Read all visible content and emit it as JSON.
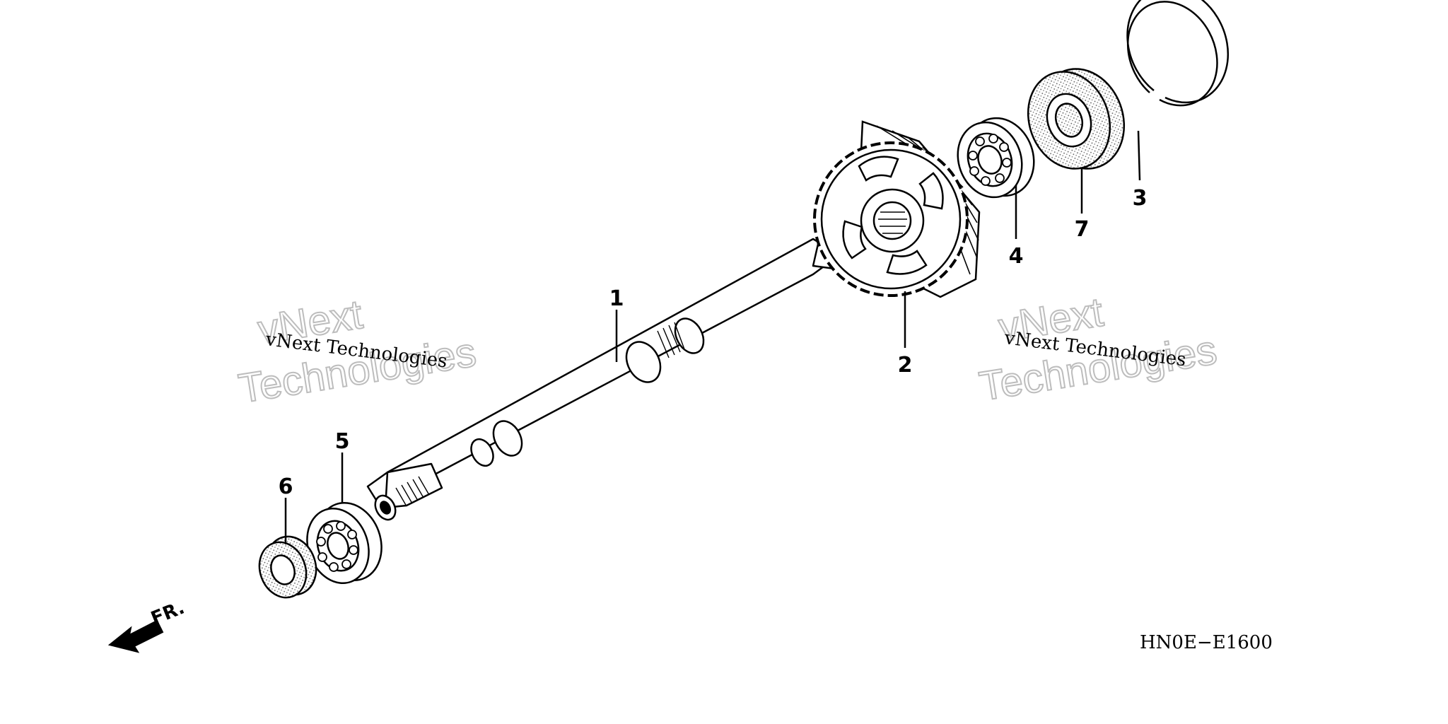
{
  "diagram_code": "HN0E−E1600",
  "front_label": "FR.",
  "watermarks": [
    {
      "small": "vNext Technologies",
      "big_line1": "vNext",
      "big_line2": "Technologies"
    },
    {
      "small": "vNext Technologies",
      "big_line1": "vNext",
      "big_line2": "Technologies"
    }
  ],
  "parts": [
    {
      "number": "1"
    },
    {
      "number": "2"
    },
    {
      "number": "3"
    },
    {
      "number": "4"
    },
    {
      "number": "5"
    },
    {
      "number": "6"
    },
    {
      "number": "7"
    }
  ]
}
